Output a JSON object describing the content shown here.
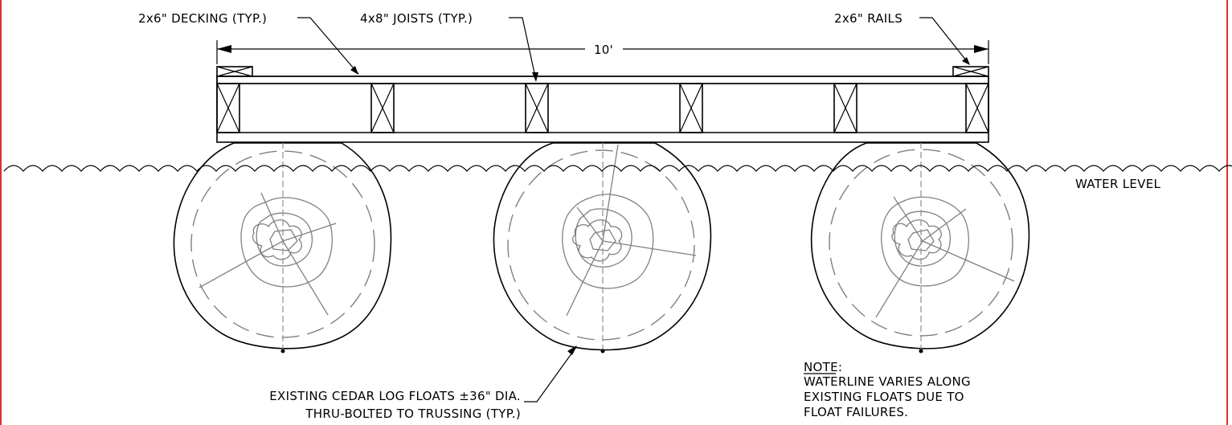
{
  "labels": {
    "decking": "2x6\" DECKING (TYP.)",
    "joists": "4x8\" JOISTS (TYP.)",
    "rails": "2x6\" RAILS",
    "dimension": "10'",
    "water_level": "WATER LEVEL",
    "floats_line1": "EXISTING CEDAR LOG FLOATS ±36\" DIA.",
    "floats_line2": "THRU-BOLTED TO TRUSSING (TYP.)",
    "note_heading": "NOTE:",
    "note_line1": "WATERLINE VARIES ALONG",
    "note_line2": "EXISTING FLOATS DUE TO",
    "note_line3": "FLOAT FAILURES."
  },
  "colors": {
    "line": "#000000",
    "log_detail": "#808080",
    "border": "#e03030",
    "background": "#ffffff"
  },
  "structure": {
    "joist_count": 6,
    "rail_count": 2,
    "log_float_count": 3,
    "span": "10'"
  }
}
